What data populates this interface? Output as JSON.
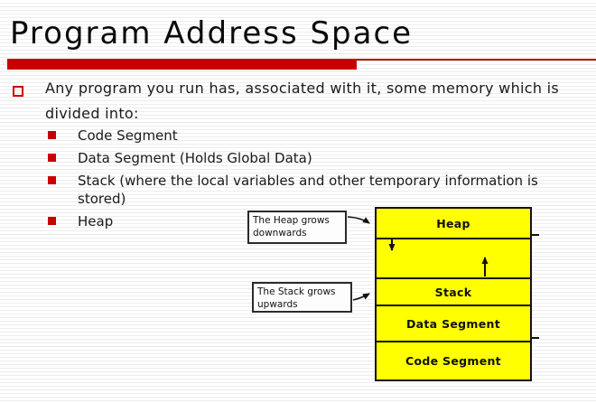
{
  "slide": {
    "title": "Program Address Space",
    "main_bullet": "Any program you run has, associated with it, some memory which is divided into:",
    "sub_bullets": [
      "Code Segment",
      "Data Segment (Holds Global Data)",
      "Stack (where the local variables and other temporary information is stored)",
      "Heap"
    ]
  },
  "diagram": {
    "segments": [
      {
        "label": "Heap"
      },
      {
        "label": ""
      },
      {
        "label": "Stack"
      },
      {
        "label": "Data Segment"
      },
      {
        "label": "Code Segment"
      }
    ],
    "callouts": {
      "heap": "The Heap grows downwards",
      "stack": "The Stack grows upwards"
    }
  },
  "colors": {
    "accent_red": "#c80000",
    "segment_yellow": "#ffff00",
    "line_black": "#111111"
  }
}
